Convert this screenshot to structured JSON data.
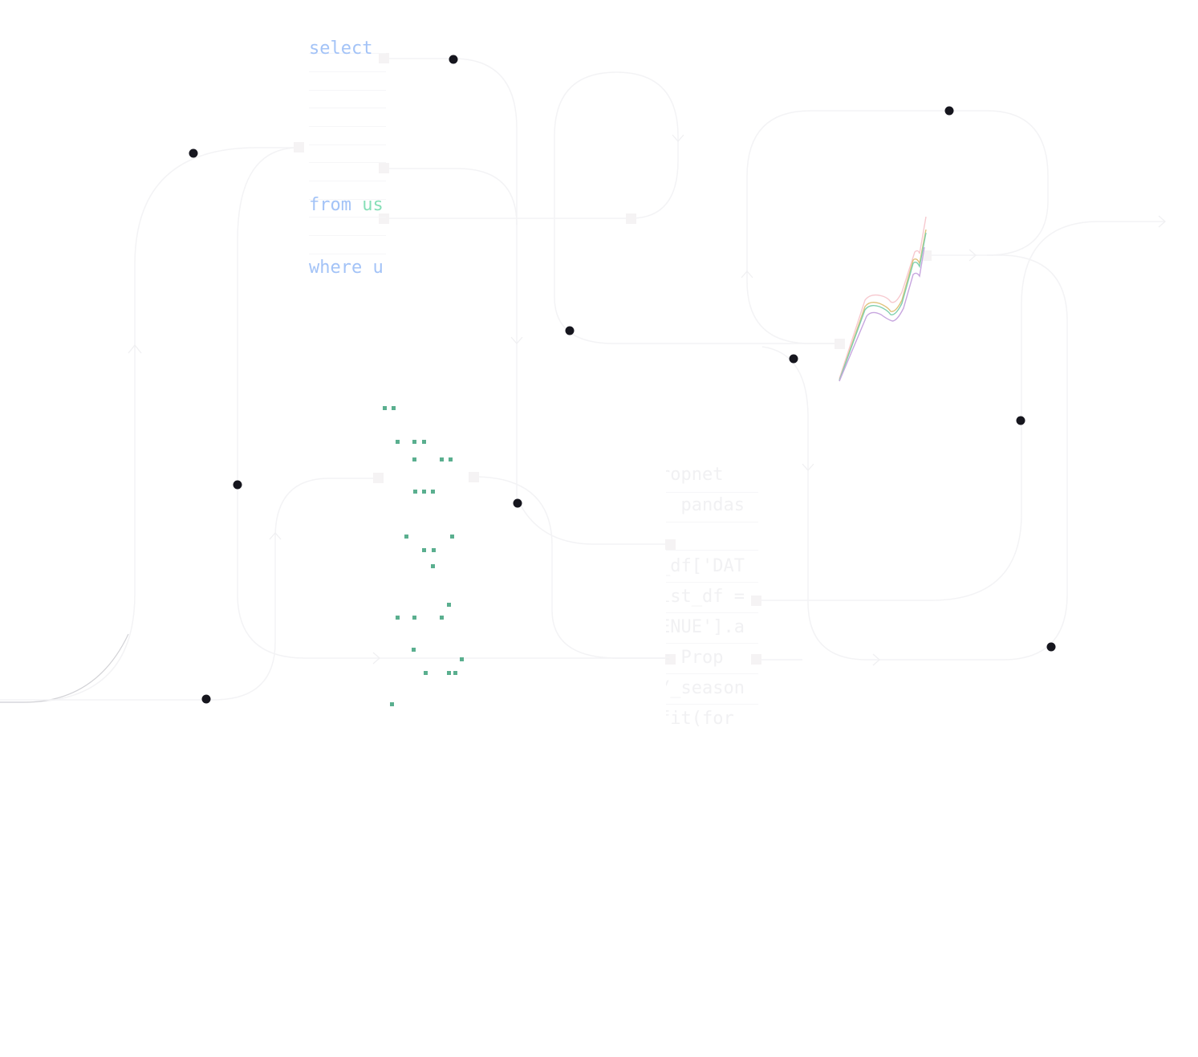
{
  "illustration": {
    "description": "decorative data-pipeline background",
    "colors": {
      "pipe_line": "#f3f3f5",
      "node_dot": "#16161e",
      "port_square": "#f5f3f4",
      "sql_keyword": "#a3c3f7",
      "sql_identifier": "#86dfb7",
      "python_text": "#f1f1f3",
      "matrix_dot": "#5aaf8f"
    }
  },
  "sql_snippet": {
    "lines": [
      {
        "keyword": "select",
        "rest": ""
      },
      {
        "keyword": "from",
        "rest": "us"
      },
      {
        "keyword": "where",
        "rest": "u"
      }
    ]
  },
  "python_snippet": {
    "lines": [
      "ropnet",
      ": pandas",
      "",
      "_df['DAT",
      "ist_df =",
      "ENUE'].a",
      "= Prop",
      "/_season",
      "fit(for"
    ]
  },
  "mini_chart": {
    "series_colors": [
      "#f7c9cf",
      "#e0c27a",
      "#7fd0ae",
      "#c7a6df"
    ]
  }
}
